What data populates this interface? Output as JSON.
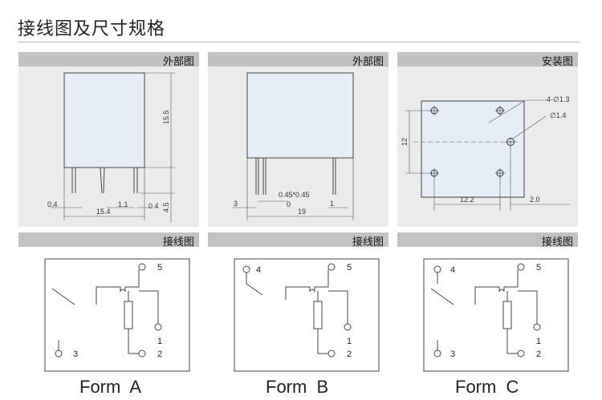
{
  "page": {
    "title": "接线图及尺寸规格"
  },
  "panels": {
    "outline_front": {
      "header": "外部图",
      "dims": {
        "h_body": "15.5",
        "h_pin": "4.5",
        "w_body": "15.4",
        "pin_a": "0.4",
        "pin_b": "1.1",
        "pin_c": "0.4"
      }
    },
    "outline_side": {
      "header": "外部图",
      "dims": {
        "pin_section": "0.45*0.45",
        "pin_offset": "0",
        "offset": "3",
        "width": "19",
        "pitch": "1"
      }
    },
    "mounting": {
      "header": "安装图",
      "dims": {
        "holes": "4-∅1.3",
        "hole": "∅1.4",
        "height": "12",
        "spacing": "12.2",
        "edge": "2.0"
      }
    },
    "form_a": {
      "header": "接线图",
      "label": "Form  A",
      "pins": {
        "p5": "5",
        "p1": "1",
        "p2": "2",
        "p3": "3"
      }
    },
    "form_b": {
      "header": "接线图",
      "label": "Form  B",
      "pins": {
        "p4": "4",
        "p5": "5",
        "p1": "1",
        "p2": "2"
      }
    },
    "form_c": {
      "header": "接线图",
      "label": "Form  C",
      "pins": {
        "p4": "4",
        "p5": "5",
        "p1": "1",
        "p2": "2",
        "p3": "3"
      }
    }
  }
}
